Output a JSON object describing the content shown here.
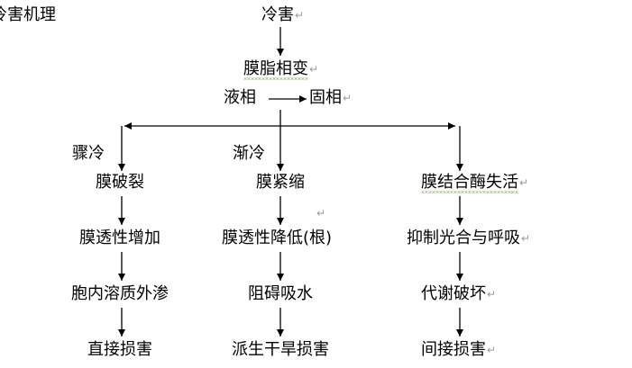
{
  "title": "冷害机理",
  "paragraph_mark": "↵",
  "top": {
    "cause": "冷害",
    "membrane_change": "膜脂相变",
    "phase_from": "液相",
    "phase_to": "固相"
  },
  "left": {
    "branch_label": "骤冷",
    "items": [
      "膜破裂",
      "膜透性增加",
      "胞内溶质外渗",
      "直接损害"
    ]
  },
  "middle": {
    "branch_label": "渐冷",
    "items": [
      "膜紧缩",
      "膜透性降低(根)",
      "阻碍吸水",
      "派生干旱损害"
    ]
  },
  "right": {
    "items": [
      "膜结合酶失活",
      "抑制光合与呼吸",
      "代谢破坏",
      "间接损害"
    ]
  }
}
